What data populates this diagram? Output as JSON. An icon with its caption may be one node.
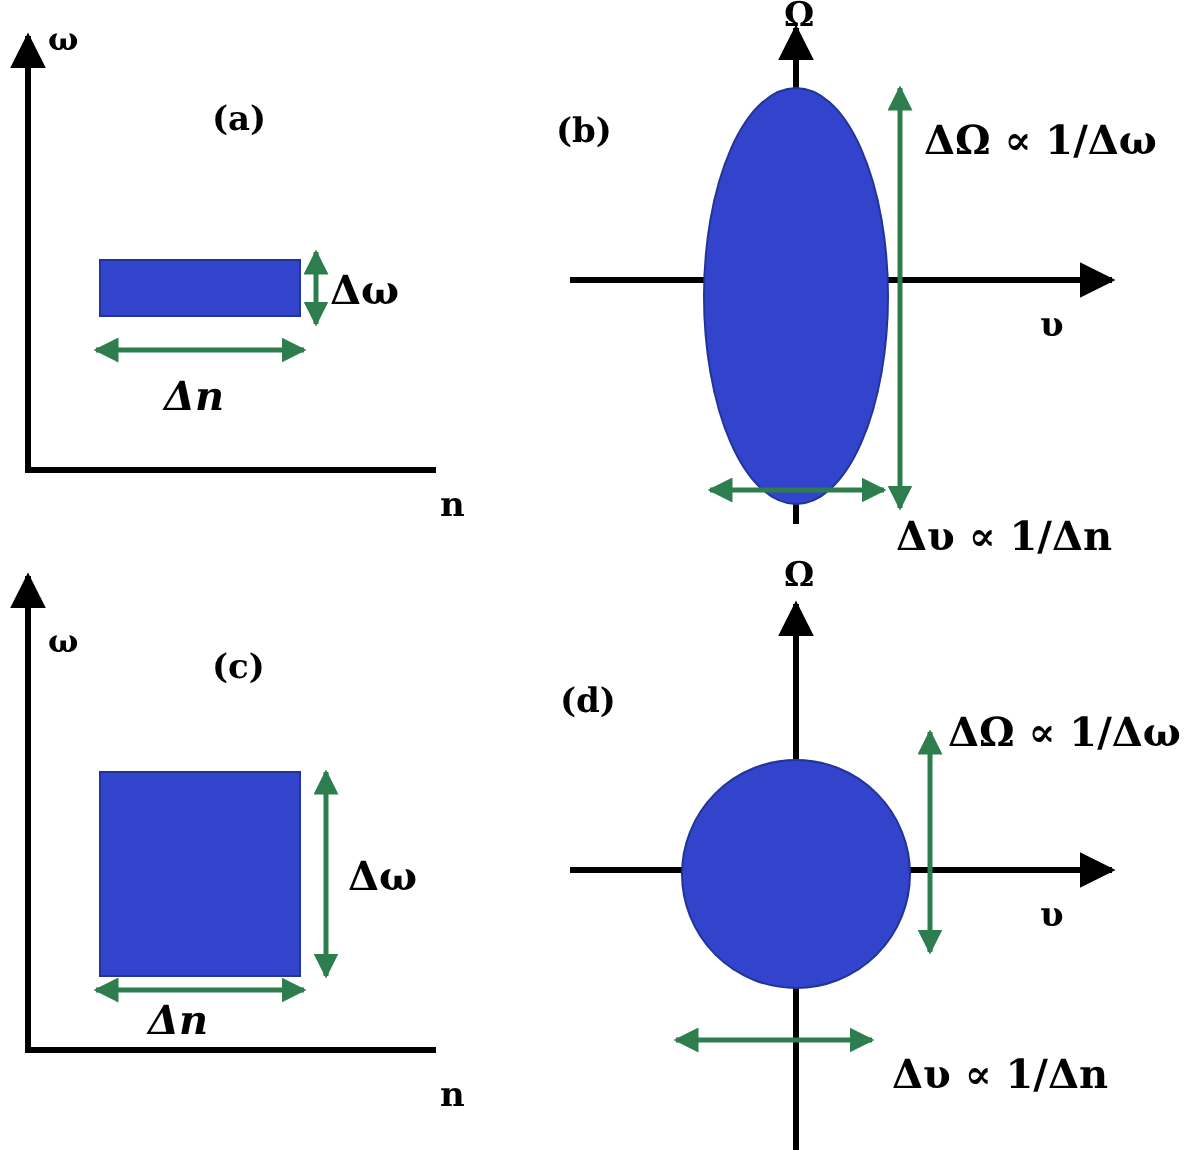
{
  "diagram": {
    "nodes": [
      {
        "text": [],
        "shape": "box"
      },
      {
        "text": [],
        "shape": "ellipse"
      },
      {
        "text": [],
        "shape": "box"
      },
      {
        "text": [],
        "shape": "circle"
      }
    ],
    "labels": [
      "ω",
      "(a)",
      "Ω",
      "(b)",
      "Δω",
      "ΔΩ ∝ 1/Δω",
      "υ",
      "Δn",
      "n",
      "Δυ ∝ 1/Δn",
      "ω",
      "Ω",
      "(c)",
      "(d)",
      "ΔΩ ∝ 1/Δω",
      "Δω",
      "υ",
      "Δn",
      "n",
      "Δυ ∝ 1/Δn"
    ]
  }
}
